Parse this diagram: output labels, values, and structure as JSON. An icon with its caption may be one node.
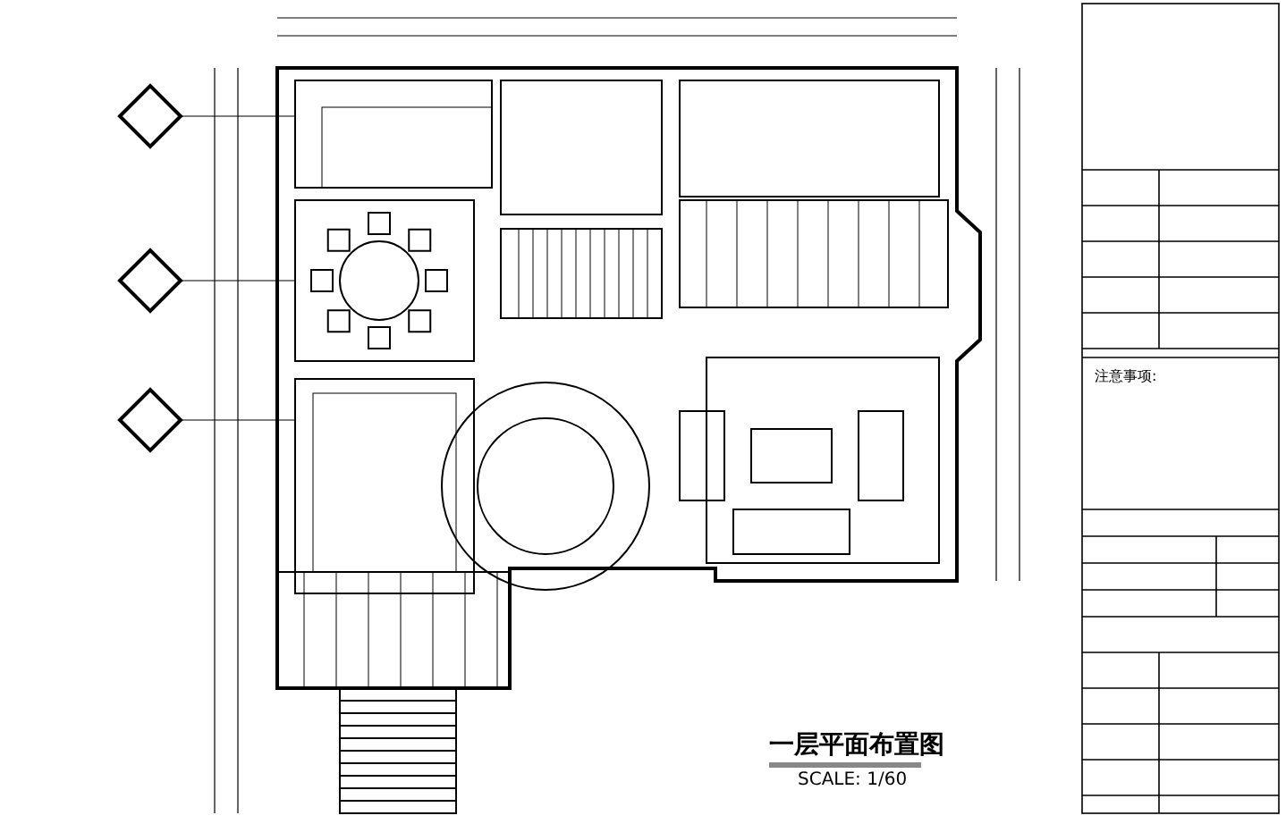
{
  "diagram": {
    "title": "一层平面布置图",
    "labels": [
      "SCALE: 1/60",
      "注意事项:"
    ]
  }
}
